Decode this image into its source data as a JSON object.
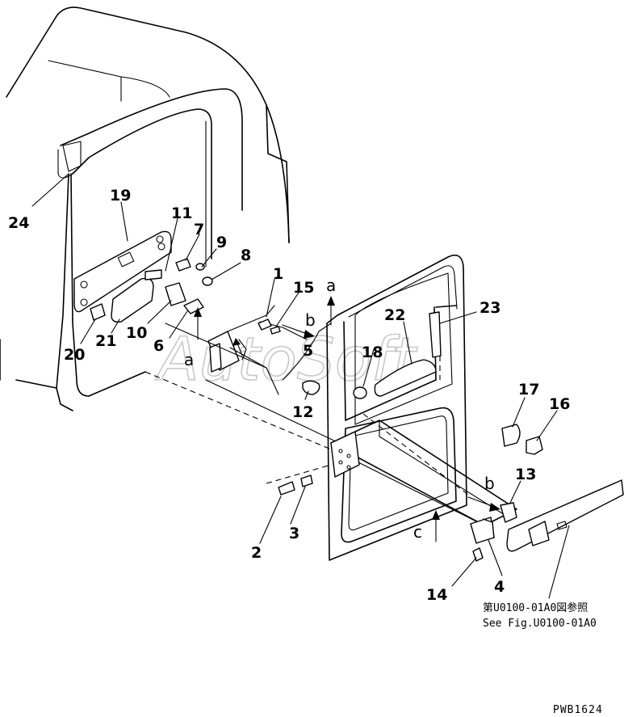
{
  "callouts": [
    "1",
    "2",
    "3",
    "4",
    "5",
    "6",
    "7",
    "8",
    "9",
    "10",
    "11",
    "12",
    "13",
    "14",
    "15",
    "16",
    "17",
    "18",
    "19",
    "20",
    "21",
    "22",
    "23",
    "24"
  ],
  "view_letters": [
    "a",
    "a",
    "b",
    "b",
    "c"
  ],
  "reference_note": {
    "line1": "第U0100-01A0図参照",
    "line2": "See Fig.U0100-01A0"
  },
  "drawing_code": "PWB1624",
  "watermark": "AutoSoft"
}
